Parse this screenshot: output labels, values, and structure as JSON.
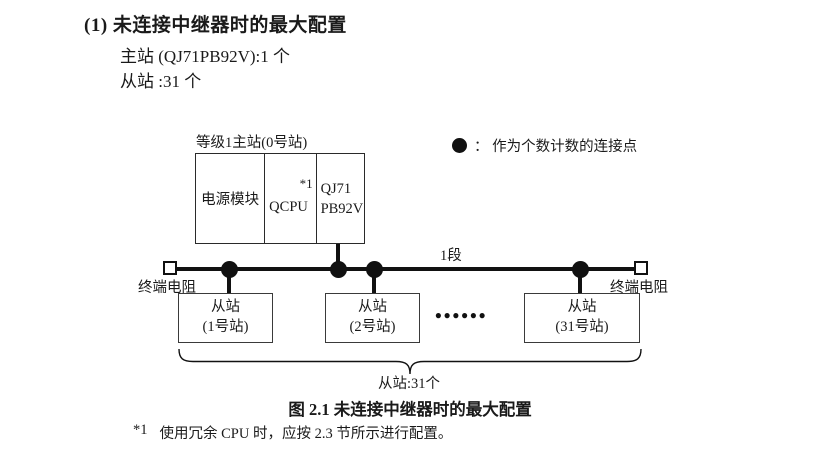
{
  "page": {
    "heading": "(1) 未连接中继器时的最大配置",
    "master_count_line": "主站 (QJ71PB92V):1 个",
    "slave_count_line": "从站 :31 个"
  },
  "diagram": {
    "master": {
      "label": "等级1主站(0号站)",
      "power_cell": "电源模块",
      "cpu_cell": "QCPU",
      "cpu_note": "*1",
      "module_line1": "QJ71",
      "module_line2": "PB92V"
    },
    "legend": {
      "label": "：  作为个数计数的连接点"
    },
    "segment_label": "1段",
    "terminator_left_label": "终端电阻",
    "terminator_right_label": "终端电阻",
    "slaves": [
      {
        "line1": "从站",
        "line2": "(1号站)"
      },
      {
        "line1": "从站",
        "line2": "(2号站)"
      },
      {
        "line1": "从站",
        "line2": "(31号站)"
      }
    ],
    "ellipsis": "●●●●●●",
    "brace_label": "从站:31个",
    "caption": "图 2.1 未连接中继器时的最大配置",
    "footnote": {
      "marker": "*1",
      "text": "使用冗余 CPU 时，应按 2.3 节所示进行配置。"
    }
  }
}
